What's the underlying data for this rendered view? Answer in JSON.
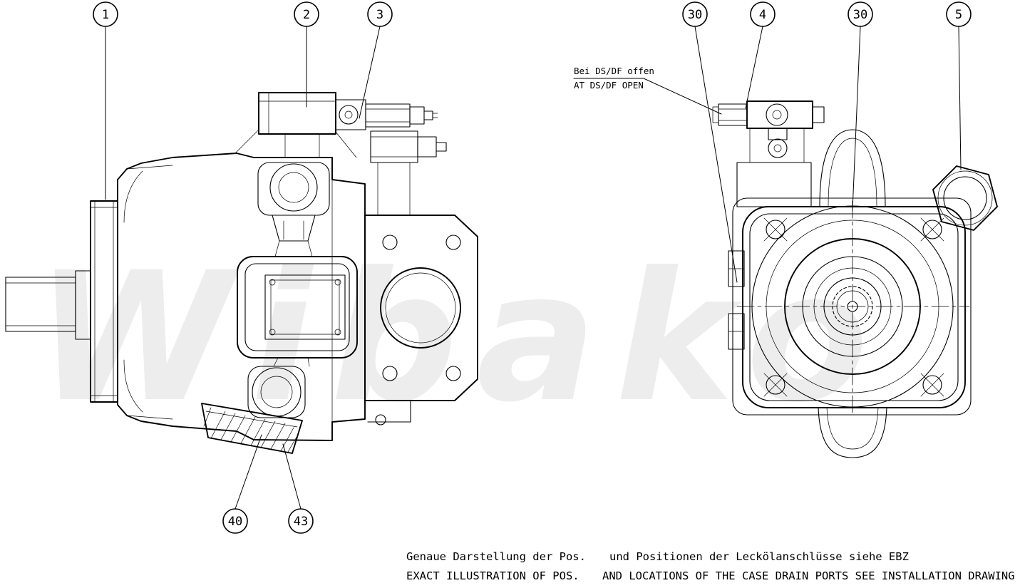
{
  "watermark": "Wibako",
  "colors": {
    "line": "#000000",
    "background": "#ffffff",
    "watermark_gray": "#ececec"
  },
  "callouts": {
    "balloons": [
      {
        "label": "1"
      },
      {
        "label": "2"
      },
      {
        "label": "3"
      },
      {
        "label": "30"
      },
      {
        "label": "4"
      },
      {
        "label": "30"
      },
      {
        "label": "5"
      },
      {
        "label": "40"
      },
      {
        "label": "43"
      }
    ]
  },
  "note": {
    "line1": "Bei DS/DF offen",
    "line2": "AT DS/DF OPEN"
  },
  "footer": {
    "de_left": "Genaue Darstellung der Pos.",
    "de_right": "und Positionen der Leckölanschlüsse siehe EBZ",
    "en_left": "EXACT ILLUSTRATION OF POS.",
    "en_right": "AND LOCATIONS OF THE CASE DRAIN PORTS SEE INSTALLATION DRAWING"
  }
}
